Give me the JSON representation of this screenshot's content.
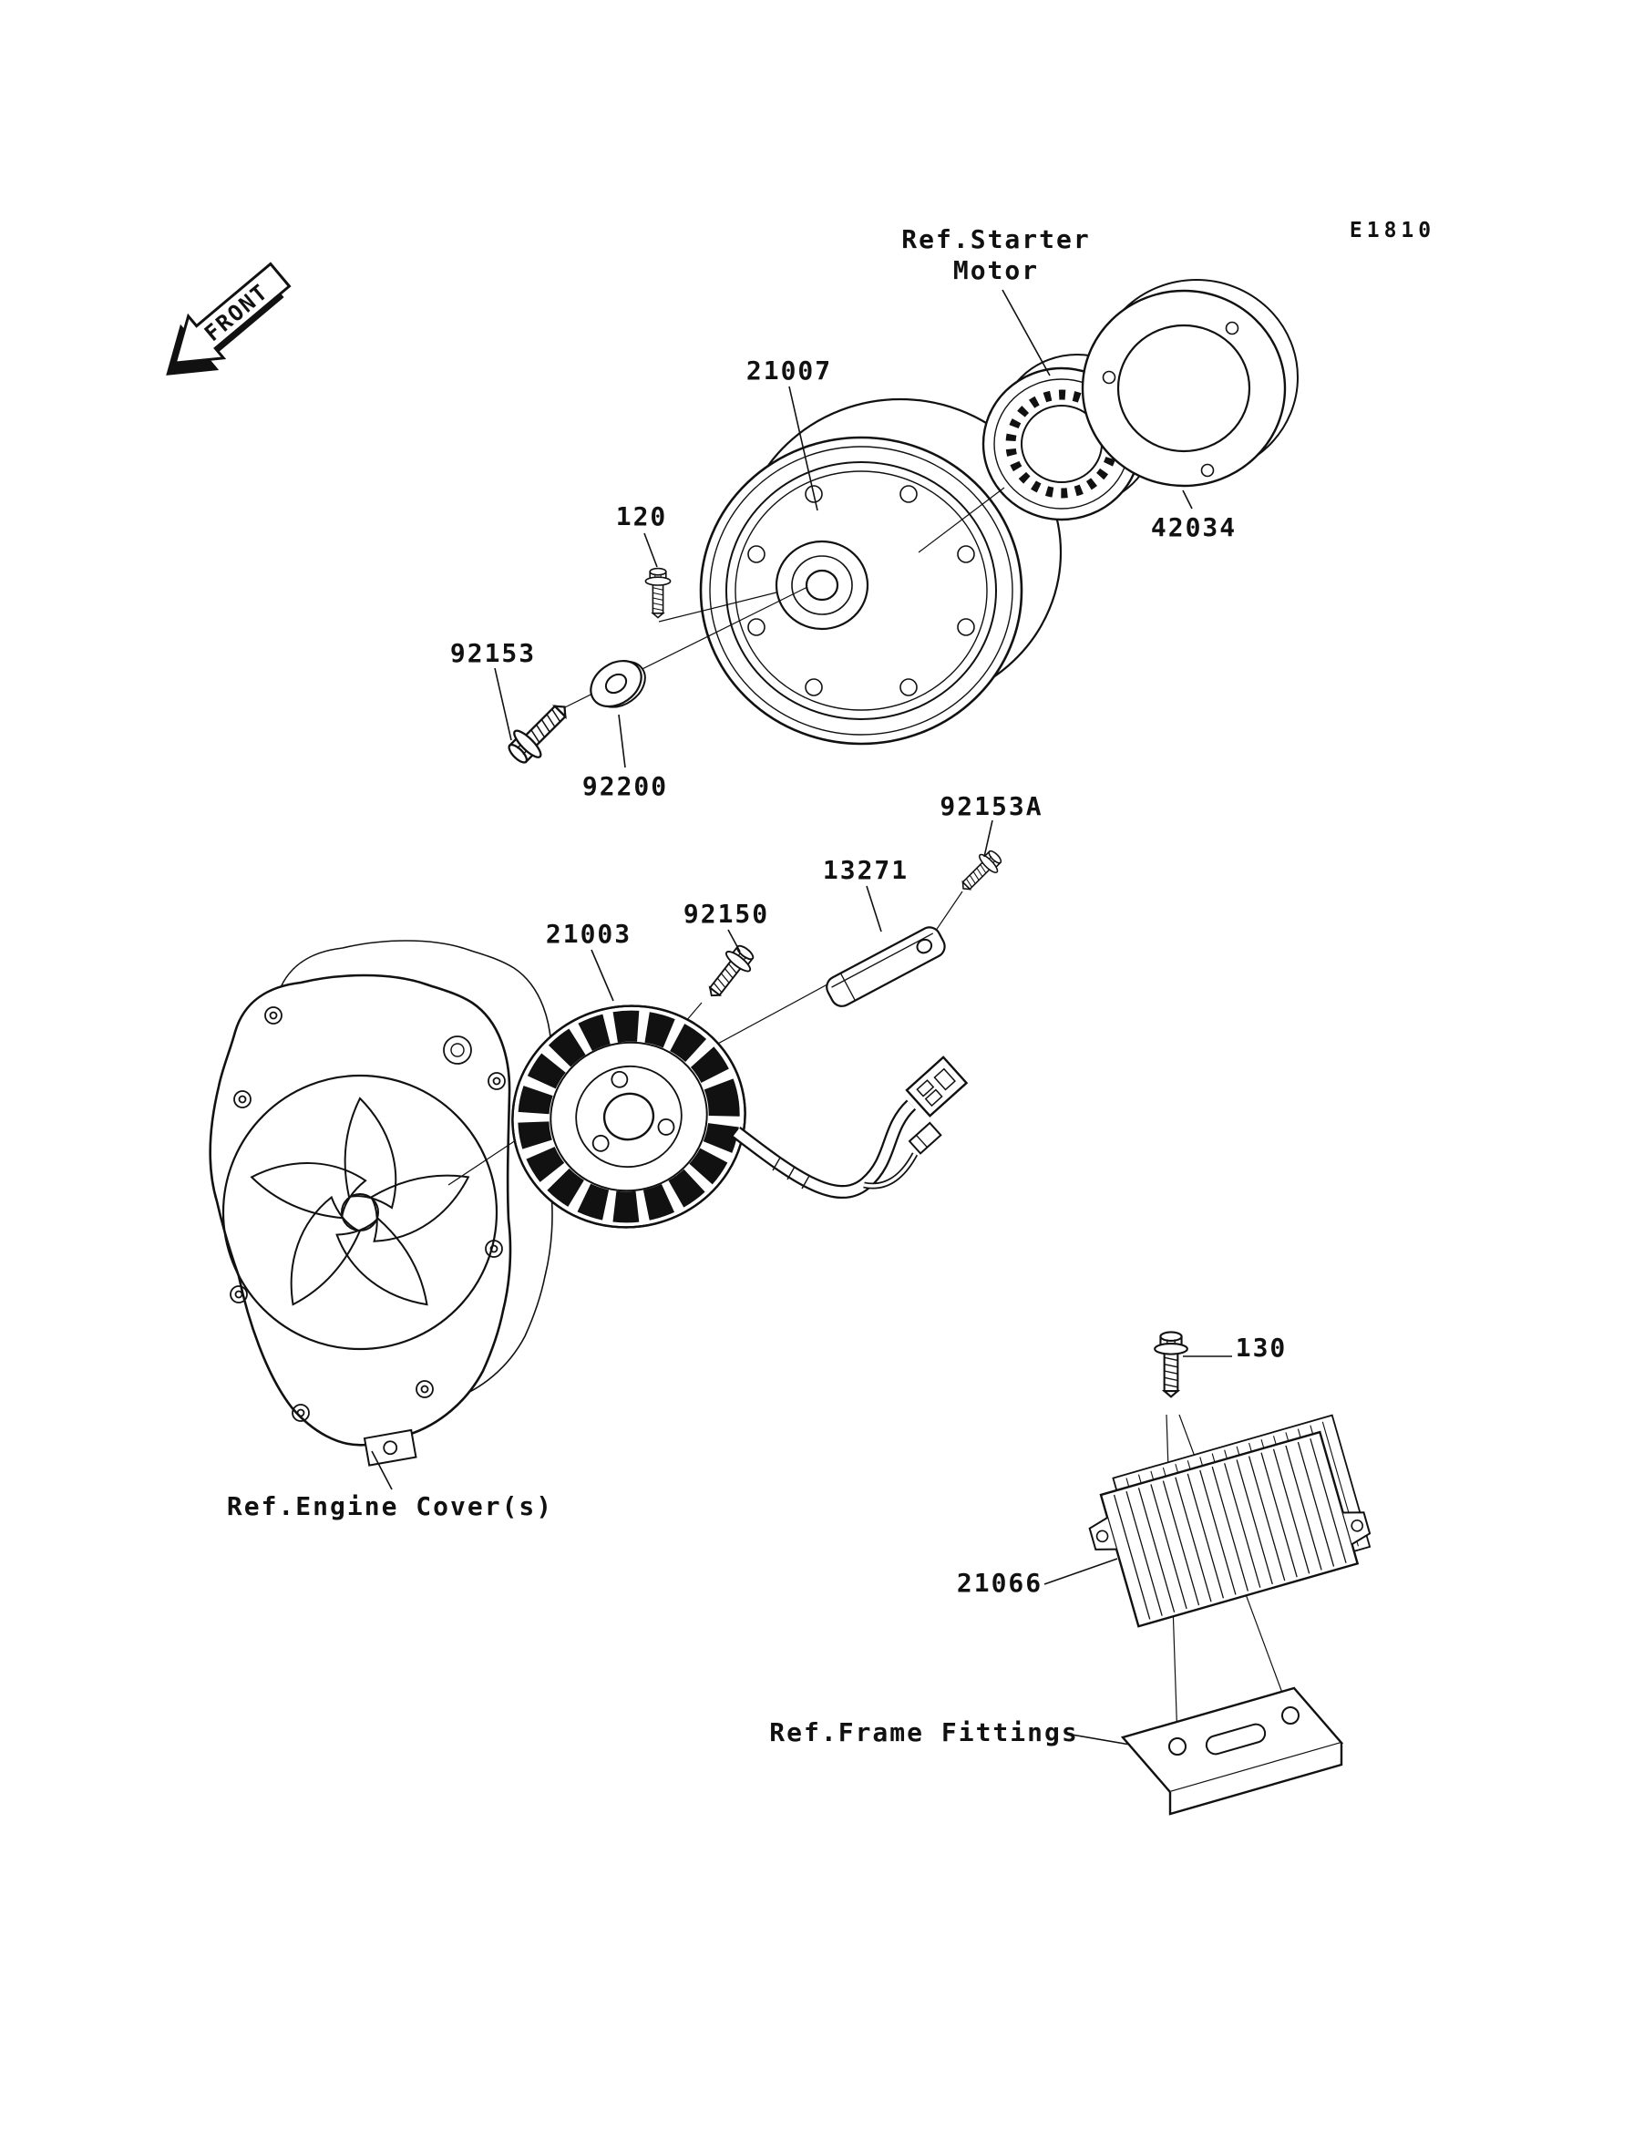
{
  "diagram": {
    "page_code": "E1810",
    "front_marker": "FRONT",
    "colors": {
      "line": "#111111",
      "background": "#ffffff"
    },
    "callouts": {
      "ref_starter_motor_line1": "Ref.Starter",
      "ref_starter_motor_line2": "Motor",
      "p21007": "21007",
      "p42034": "42034",
      "p120": "120",
      "p92153": "92153",
      "p92200": "92200",
      "p92153a": "92153A",
      "p13271": "13271",
      "p92150": "92150",
      "p21003": "21003",
      "ref_engine_cover": "Ref.Engine Cover(s)",
      "p130": "130",
      "p21066": "21066",
      "ref_frame_fittings": "Ref.Frame Fittings"
    }
  }
}
